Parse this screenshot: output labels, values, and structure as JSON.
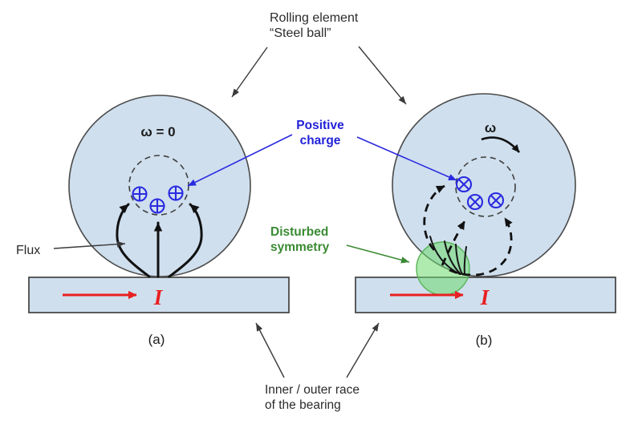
{
  "figure": {
    "title": {
      "line1": "Rolling element",
      "line2": "“Steel ball”"
    },
    "footer": {
      "line1": "Inner / outer race",
      "line2": "of the bearing"
    }
  },
  "annotations": {
    "flux": "Flux",
    "positive_charge": {
      "line1": "Positive",
      "line2": "charge"
    },
    "disturbed_symmetry": {
      "line1": "Disturbed",
      "line2": "symmetry"
    }
  },
  "diagram_a": {
    "rotation_label": "ω = 0",
    "charge_symbol": "circled-plus",
    "charge_count": 3,
    "current_label": "I",
    "caption": "(a)"
  },
  "diagram_b": {
    "rotation_label": "ω",
    "charge_symbol": "circled-times",
    "charge_count": 3,
    "current_label": "I",
    "caption": "(b)"
  },
  "colors": {
    "ball_fill": "#cfdfee",
    "outline": "#4a4a4a",
    "flux_black": "#111111",
    "charge_blue": "#2a2ae0",
    "label_blue": "#2222d8",
    "label_green": "#3a8a33",
    "green_fill": "#6ed86e",
    "green_stroke": "#57b457",
    "current_red": "#e82020",
    "text_dark": "#2b2b2b"
  }
}
